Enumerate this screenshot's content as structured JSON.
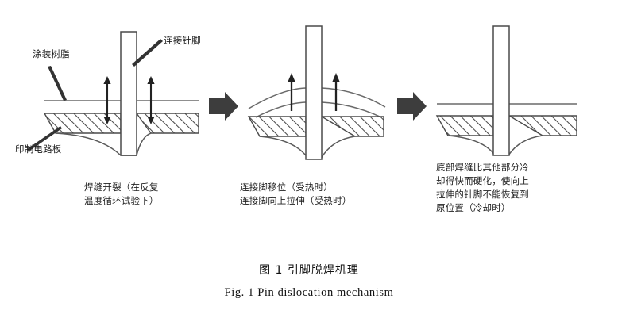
{
  "figure": {
    "caption_cn": "图 1    引脚脱焊机理",
    "caption_en": "Fig. 1    Pin dislocation mechanism"
  },
  "colors": {
    "background": "#ffffff",
    "line": "#5a5a5a",
    "line_dark": "#3c3c3c",
    "hatch": "#4a4a4a",
    "arrow_block": "#3d3d3d",
    "text": "#1c1c1c"
  },
  "labels": {
    "coating_resin": "涂装树脂",
    "connecting_pin": "连接针脚",
    "printed_circuit_board": "印制电路板"
  },
  "panels": [
    {
      "id": "panel-1",
      "name": "solder-crack-stage",
      "caption": "焊缝开裂（在反复\n温度循环试验下）",
      "arrow_type": "double-headed-vertical",
      "resin_shape": "flat",
      "pin_state": "seated"
    },
    {
      "id": "panel-2",
      "name": "pin-displacement-stage",
      "caption": "连接脚移位（受热时）\n连接脚向上拉伸（受热时）",
      "arrow_type": "single-up",
      "resin_shape": "bulged-upward",
      "pin_state": "lifted"
    },
    {
      "id": "panel-3",
      "name": "solidified-stage",
      "caption": "底部焊缝比其他部分冷\n却得快而硬化，使向上\n拉伸的针脚不能恢复到\n原位置（冷却时）",
      "arrow_type": "none",
      "resin_shape": "flat",
      "pin_state": "raised-permanent"
    }
  ],
  "flow_arrows": [
    {
      "name": "flow-arrow-1-to-2",
      "direction": "right"
    },
    {
      "name": "flow-arrow-2-to-3",
      "direction": "right"
    }
  ]
}
